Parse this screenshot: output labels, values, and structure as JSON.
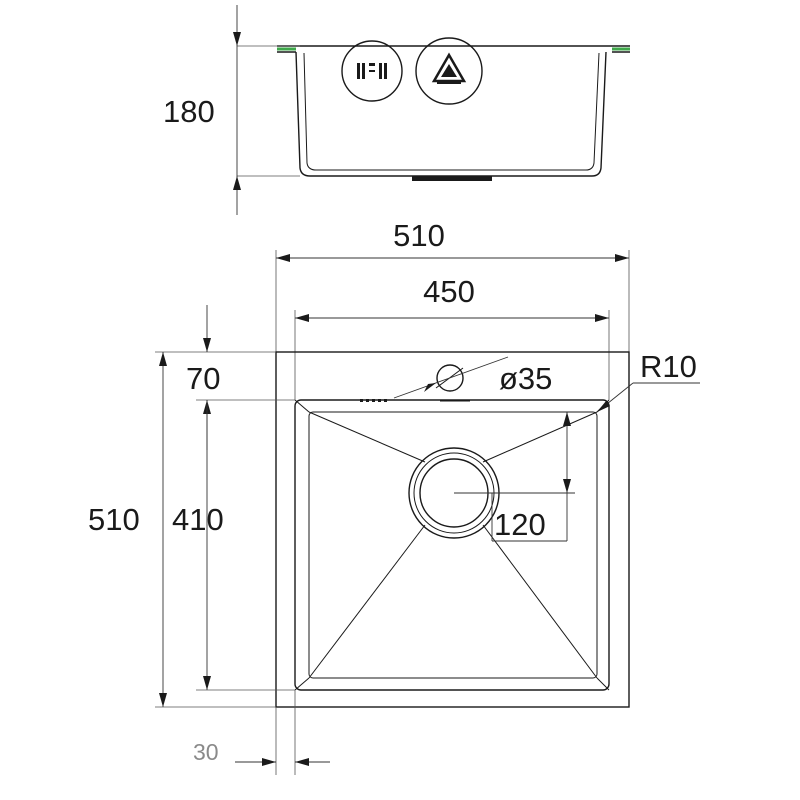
{
  "dimensions": {
    "depth": "180",
    "overall_width": "510",
    "bowl_width": "450",
    "front_margin": "70",
    "tap_hole": "ø35",
    "corner_radius": "R10",
    "overall_length": "510",
    "bowl_length": "410",
    "drain_offset": "120",
    "rim": "30"
  },
  "colors": {
    "line": "#1a1a1a",
    "accent": "#3ea84a"
  },
  "icons": {
    "overflow_button": "pause-like-icon",
    "drain_button": "warning-triangle-icon"
  }
}
